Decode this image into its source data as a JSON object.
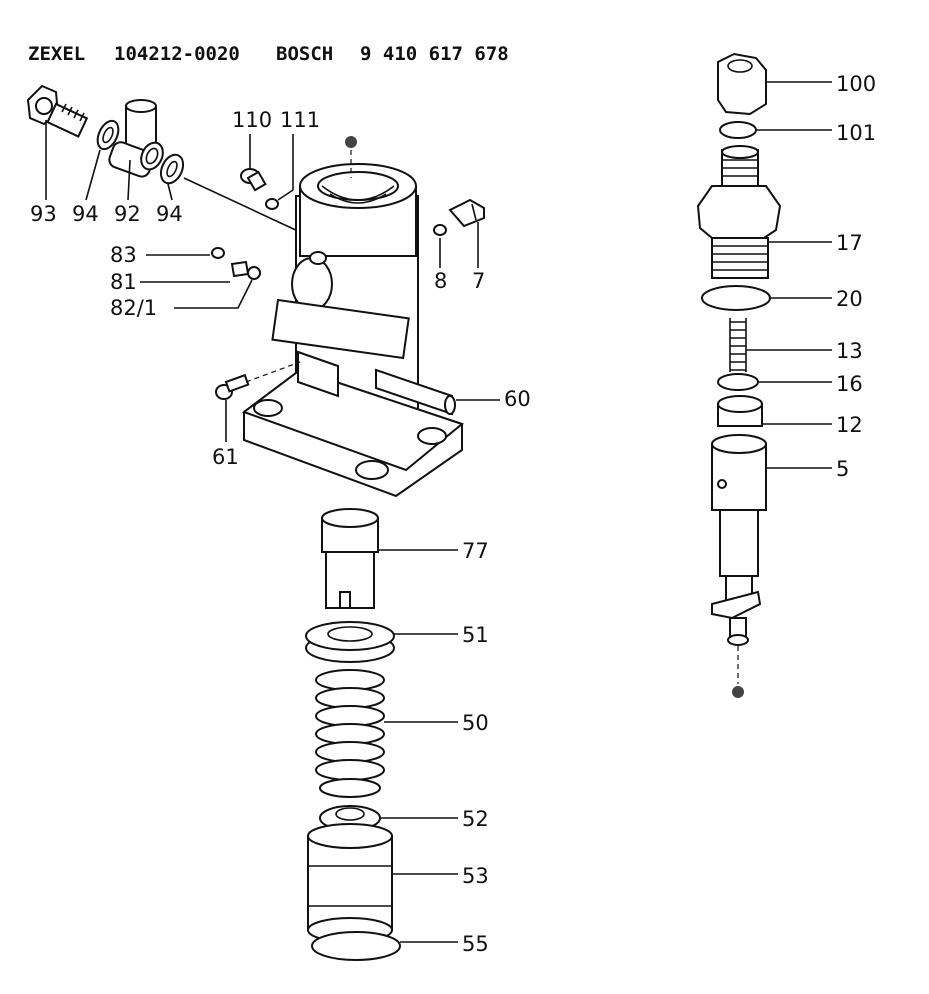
{
  "header": {
    "brand1": "ZEXEL",
    "part_no1": "104212-0020",
    "brand2": "BOSCH",
    "part_no2": "9 410 617 678"
  },
  "callouts": {
    "c93": "93",
    "c94a": "94",
    "c92": "92",
    "c94b": "94",
    "c110": "110",
    "c111": "111",
    "c83": "83",
    "c81": "81",
    "c82_1": "82/1",
    "c8": "8",
    "c7": "7",
    "c60": "60",
    "c61": "61",
    "c77": "77",
    "c51": "51",
    "c50": "50",
    "c52": "52",
    "c53": "53",
    "c55": "55",
    "c100": "100",
    "c101": "101",
    "c17": "17",
    "c20": "20",
    "c13": "13",
    "c16": "16",
    "c12": "12",
    "c5": "5"
  }
}
